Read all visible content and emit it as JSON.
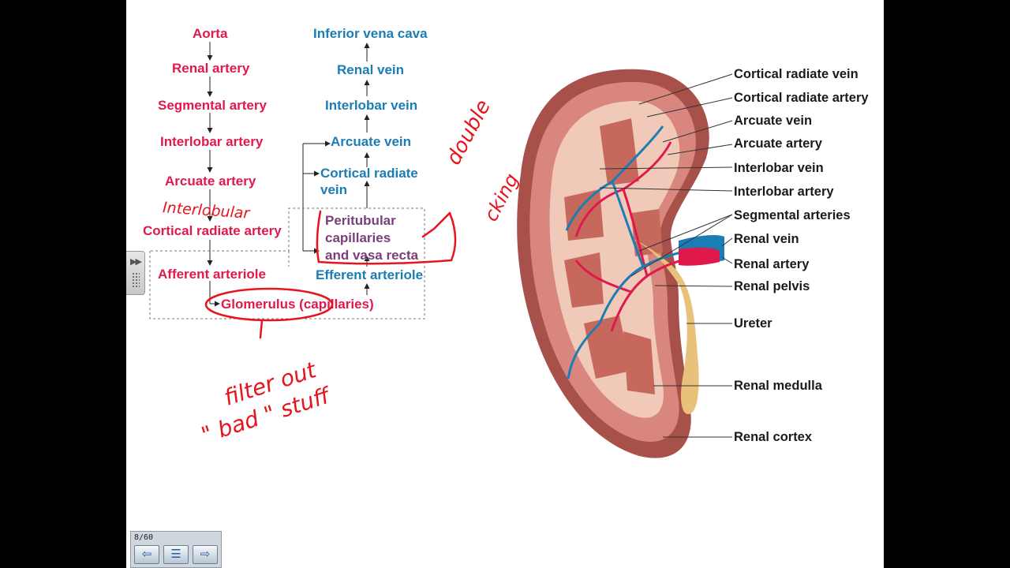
{
  "flowchart": {
    "arterial": [
      "Aorta",
      "Renal artery",
      "Segmental artery",
      "Interlobar artery",
      "Arcuate artery",
      "Cortical radiate artery",
      "Afferent arteriole"
    ],
    "venous": [
      "Inferior vena cava",
      "Renal vein",
      "Interlobar vein",
      "Arcuate vein",
      "Cortical radiate",
      "vein",
      "Efferent arteriole"
    ],
    "capillaries": [
      "Peritubular",
      "capillaries",
      "and vasa recta"
    ],
    "glomerulus": "Glomerulus (capillaries)"
  },
  "handwriting": {
    "interlobular": "Interlobular",
    "double_checking_1": "double",
    "double_checking_2": "cking",
    "filter_1": "filter out",
    "filter_2": "\" bad \" stuff"
  },
  "kidney_labels": [
    "Cortical radiate vein",
    "Cortical radiate artery",
    "Arcuate vein",
    "Arcuate artery",
    "Interlobar vein",
    "Interlobar artery",
    "Segmental arteries",
    "Renal vein",
    "Renal artery",
    "Renal pelvis",
    "Ureter",
    "Renal medulla",
    "Renal cortex"
  ],
  "viewer": {
    "page_counter": "8/60",
    "prev_icon": "arrow-left-icon",
    "menu_icon": "page-menu-icon",
    "next_icon": "arrow-right-icon",
    "side_tab_icon": "double-chevron-right-icon"
  },
  "colors": {
    "artery": "#e0194d",
    "vein": "#1b7db3",
    "capillary": "#7a3f7a",
    "ink": "#e8141c"
  }
}
